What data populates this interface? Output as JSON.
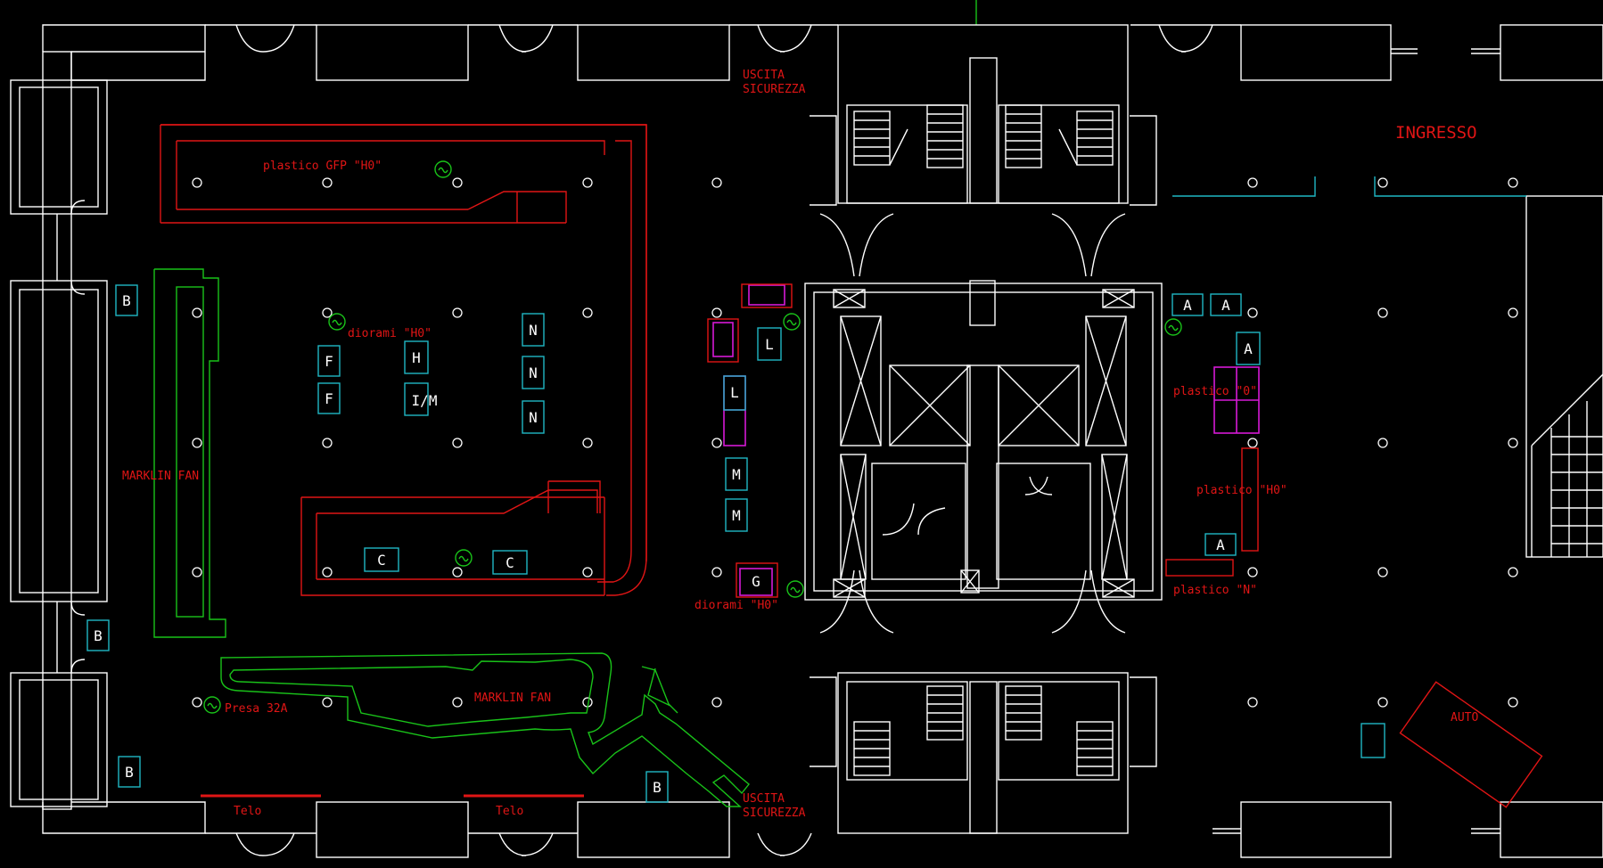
{
  "colors": {
    "background": "#000000",
    "walls": "#ffffff",
    "exhibit_red": "#e01515",
    "marklin_green": "#19c219",
    "stand_cyan": "#1fb7c4",
    "highlight_magenta": "#d61ad6"
  },
  "labels": {
    "uscita_top_1": "USCITA",
    "uscita_top_2": "SICUREZZA",
    "uscita_bot_1": "USCITA",
    "uscita_bot_2": "SICUREZZA",
    "ingresso": "INGRESSO",
    "plastico_gfp": "plastico GFP \"H0\"",
    "diorami_h0_upper": "diorami \"H0\"",
    "diorami_h0_lower": "diorami \"H0\"",
    "marklin_fan_left": "MARKLIN FAN",
    "marklin_fan_bottom": "MARKLIN FAN",
    "presa_32a": "Presa 32A",
    "telo_1": "Telo",
    "telo_2": "Telo",
    "plastico_0": "plastico \"0\"",
    "plastico_h0_right": "plastico \"H0\"",
    "plastico_n": "plastico \"N\"",
    "auto": "AUTO"
  },
  "stands": {
    "b1": "B",
    "b2": "B",
    "b3": "B",
    "b4": "B",
    "f1": "F",
    "f2": "F",
    "h": "H",
    "im": "I/M",
    "n1": "N",
    "n2": "N",
    "n3": "N",
    "c1": "C",
    "c2": "C",
    "l1": "L",
    "l2": "L",
    "m1": "M",
    "m2": "M",
    "g": "G",
    "a1": "A",
    "a2": "A",
    "a3": "A",
    "a4": "A"
  },
  "icons": {
    "power_outlet": "power-outlet-icon",
    "column": "column-icon",
    "door": "door-swing-icon",
    "stair": "staircase-icon"
  }
}
